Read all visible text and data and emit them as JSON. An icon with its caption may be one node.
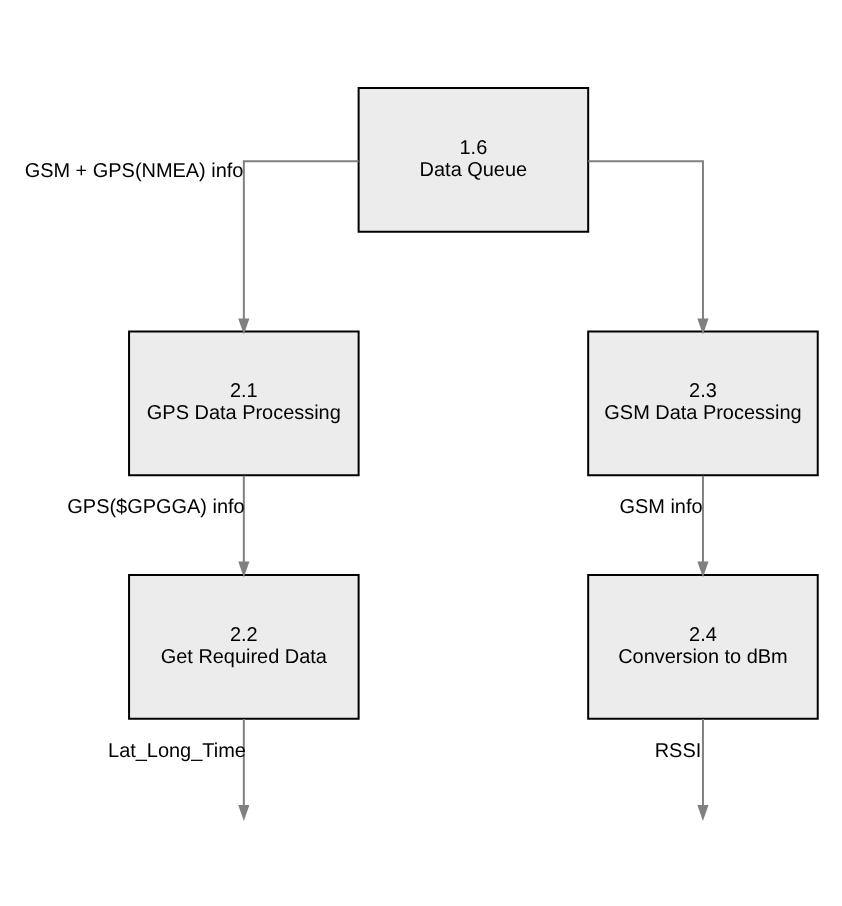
{
  "diagram": {
    "nodes": [
      {
        "text": [
          "1.6",
          "Data Queue"
        ]
      },
      {
        "text": [
          "2.1",
          "GPS Data Processing"
        ]
      },
      {
        "text": [
          "2.3",
          "GSM Data Processing"
        ]
      },
      {
        "text": [
          "2.2",
          "Get Required Data"
        ]
      },
      {
        "text": [
          "2.4",
          "Conversion to dBm"
        ]
      }
    ],
    "edges": [
      {
        "from": 0,
        "to": 1,
        "arrow": "to",
        "label": "GSM + GPS(NMEA) info"
      },
      {
        "from": 0,
        "to": 2,
        "arrow": "to"
      },
      {
        "from": 1,
        "to": 3,
        "arrow": "to",
        "label": "GPS($GPGGA) info"
      },
      {
        "from": 2,
        "to": 4,
        "arrow": "to",
        "label": "GSM info"
      },
      {
        "from": 3,
        "to": null,
        "arrow": "to",
        "label": "Lat_Long_Time"
      },
      {
        "from": 4,
        "to": null,
        "arrow": "to",
        "label": "RSSI"
      }
    ]
  }
}
